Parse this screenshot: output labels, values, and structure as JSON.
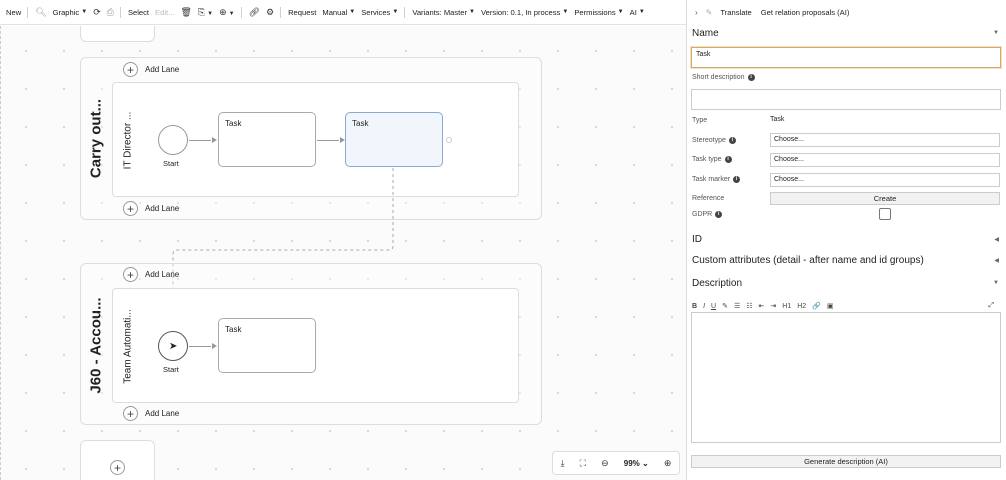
{
  "toolbar": {
    "new": "New",
    "graphic": "Graphic",
    "select": "Select",
    "edit": "Edit...",
    "request": "Request",
    "manual": "Manual",
    "services": "Services",
    "variants": "Variants: Master",
    "version": "Version: 0.1, In process",
    "permissions": "Permissions",
    "ai": "AI"
  },
  "diagram": {
    "add_lane": "Add Lane",
    "pool1": {
      "label": "Carry out...",
      "lane_label": "IT Director ..."
    },
    "pool2": {
      "label": "J60 - Accou...",
      "lane_label": "Team Automati..."
    },
    "start_label": "Start",
    "task_label": "Task"
  },
  "zoom": {
    "value": "99%"
  },
  "panel": {
    "top": {
      "translate": "Translate",
      "proposals": "Get relation proposals (AI)"
    },
    "name_section": "Name",
    "name_value": "Task",
    "short_description_label": "Short description",
    "type_label": "Type",
    "type_value": "Task",
    "stereotype_label": "Stereotype",
    "task_type_label": "Task type",
    "task_marker_label": "Task marker",
    "choose": "Choose...",
    "reference_label": "Reference",
    "create_button": "Create",
    "gdpr_label": "GDPR",
    "id_section": "ID",
    "custom_section": "Custom attributes (detail - after name and id groups)",
    "description_section": "Description",
    "editor_tools": [
      "B",
      "I",
      "U",
      "✎",
      "☰",
      "☷",
      "⇤",
      "⇥",
      "H1",
      "H2",
      "🔗",
      "▣"
    ],
    "generate_button": "Generate description (AI)"
  }
}
